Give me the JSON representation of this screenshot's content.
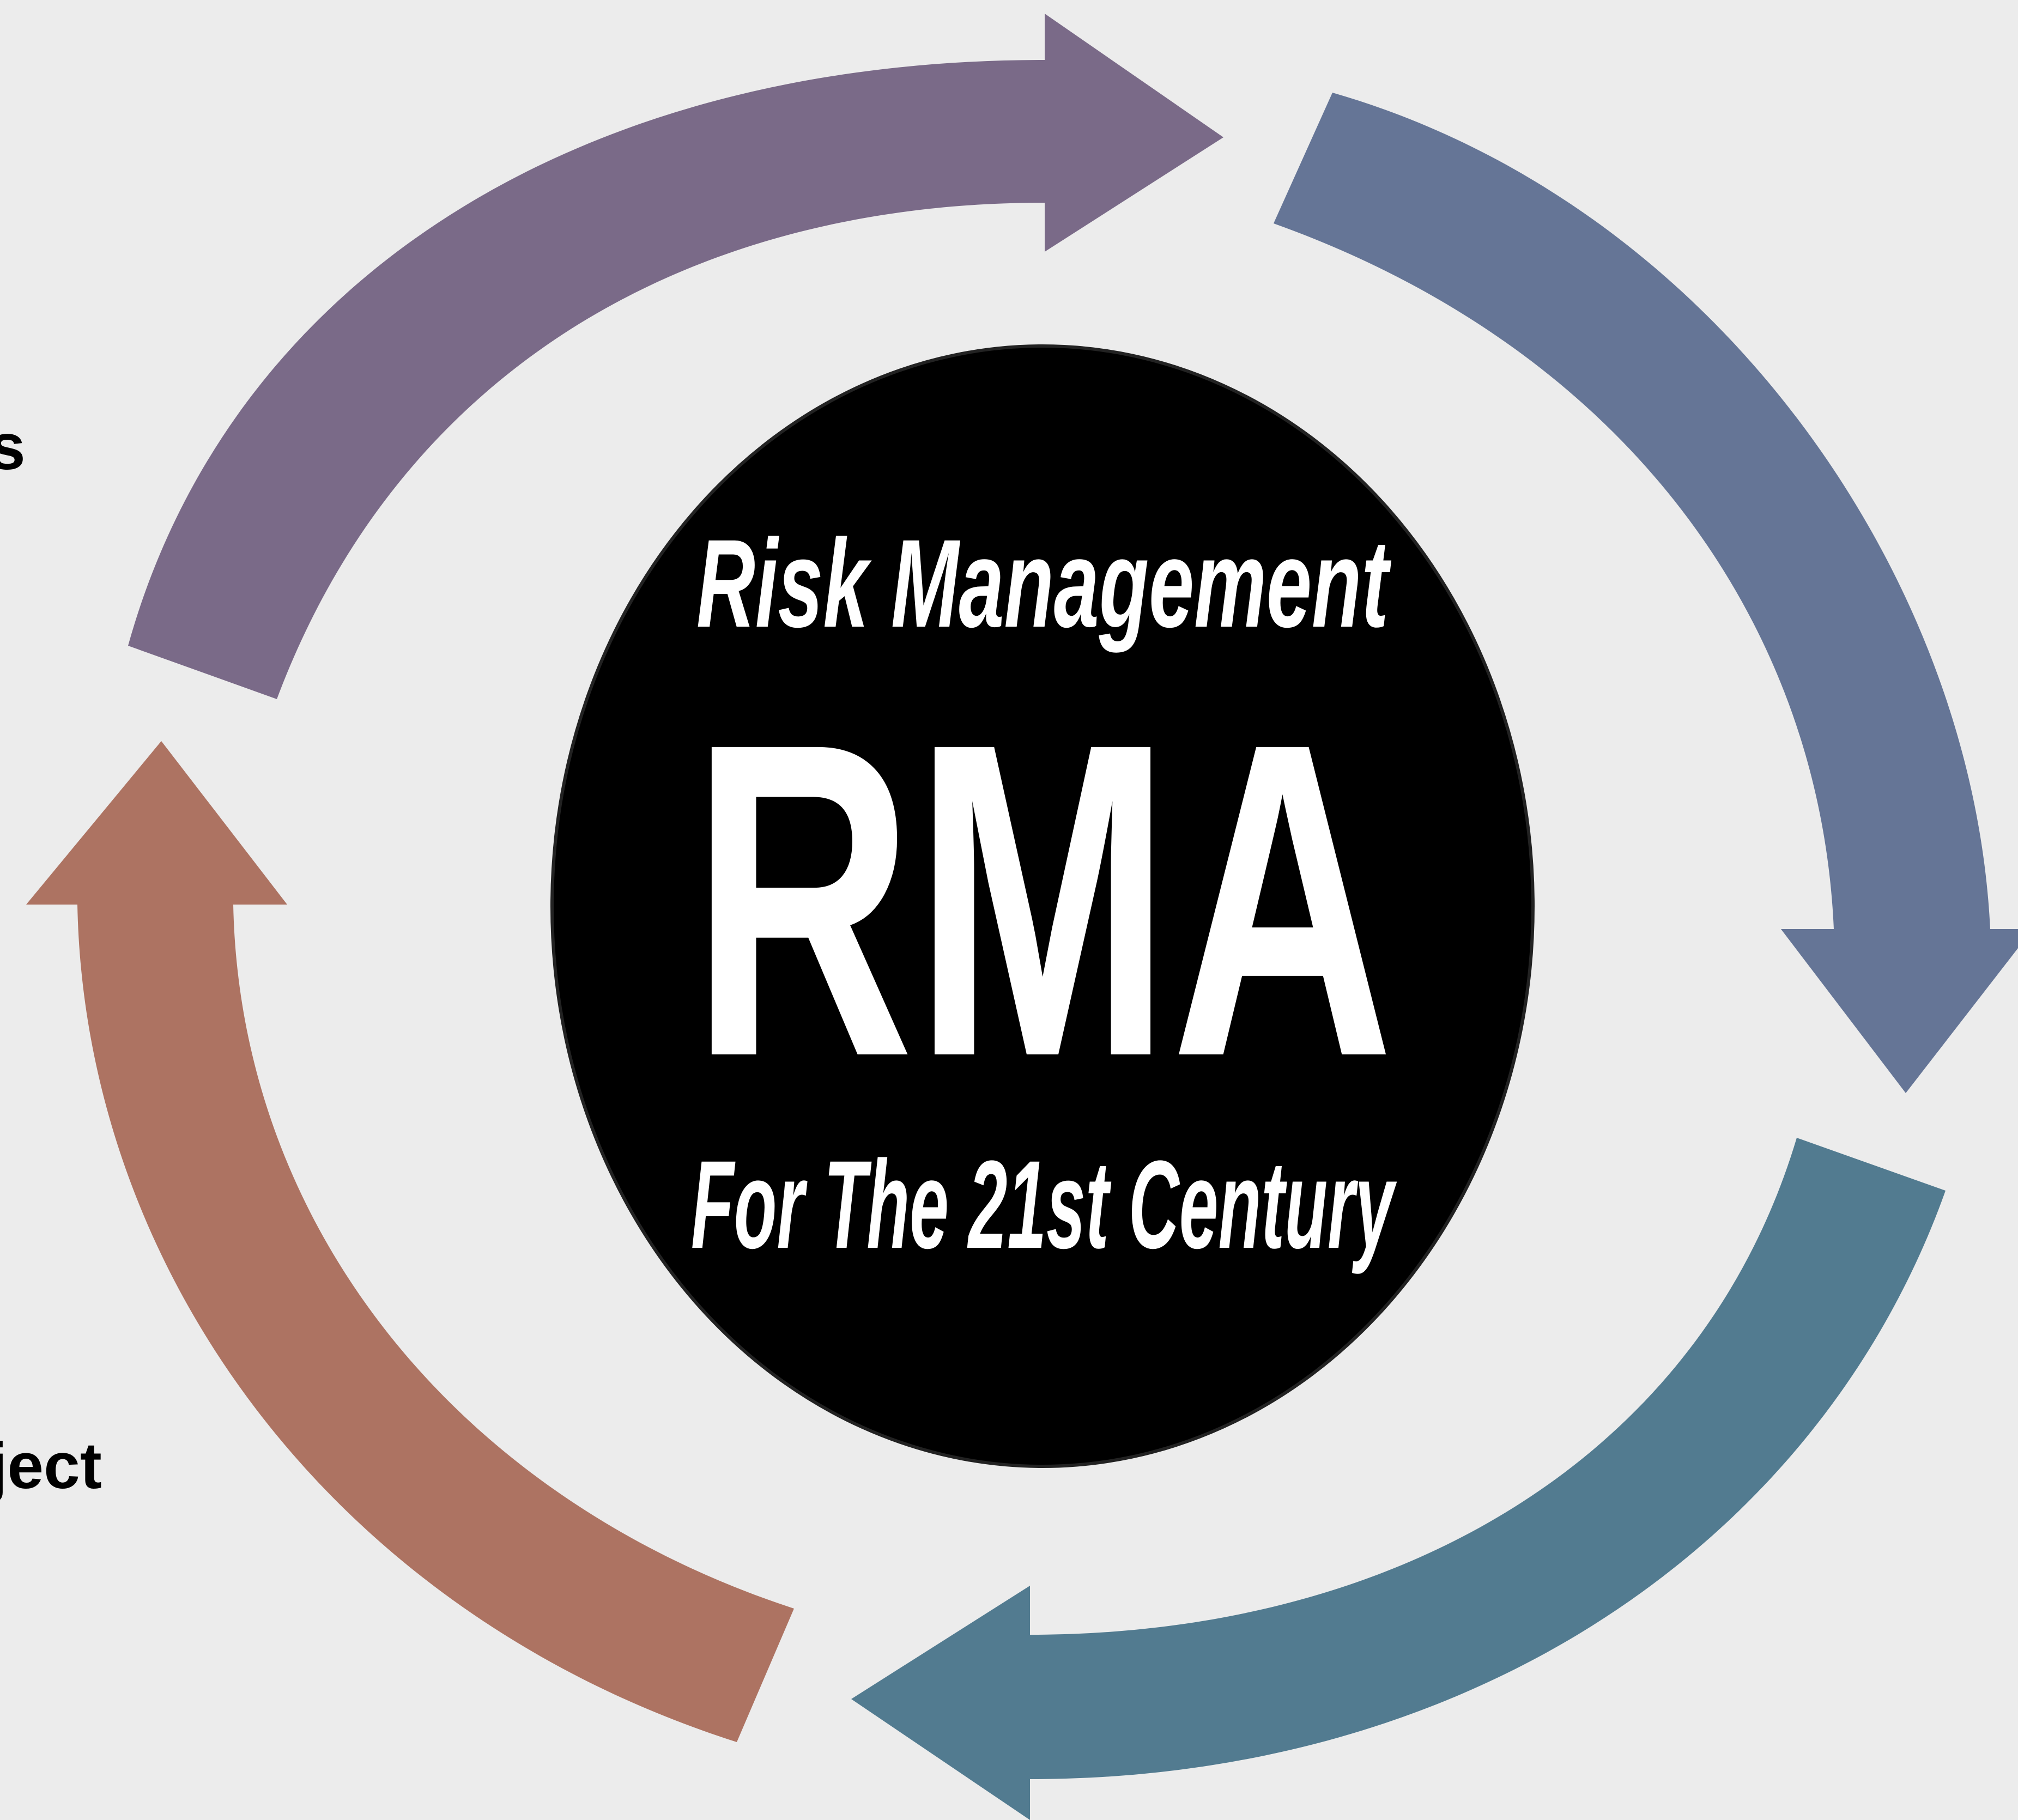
{
  "diagram": {
    "center": {
      "top_text": "Risk Management",
      "main_text": "RMA",
      "bottom_text": "For The 21st Century",
      "fill_color": "#000000",
      "text_color": "#ffffff"
    },
    "arrows": [
      {
        "name": "top-left-arrow",
        "color": "#7a6a88"
      },
      {
        "name": "top-right-arrow",
        "color": "#657596"
      },
      {
        "name": "bottom-right-arrow",
        "color": "#527b90"
      },
      {
        "name": "bottom-left-arrow",
        "color": "#ad7362"
      }
    ],
    "side_labels": {
      "top": "s",
      "bottom": "ject"
    },
    "background_color": "#ececec"
  }
}
